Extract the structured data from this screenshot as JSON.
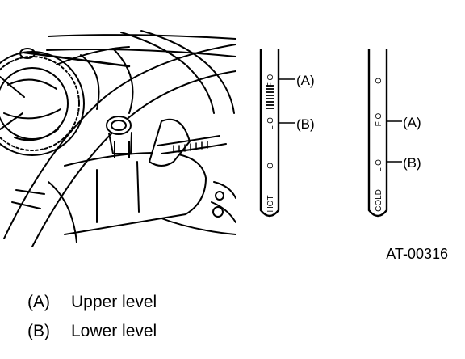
{
  "figure_id": "AT-00316",
  "hot_gauge": {
    "end_label": "HOT",
    "marks": [
      "O",
      "L O",
      "F O"
    ],
    "callouts": [
      "(A)",
      "(B)"
    ]
  },
  "cold_gauge": {
    "end_label": "COLD",
    "marks": [
      "L O",
      "F O",
      "O"
    ],
    "callouts": [
      "(A)",
      "(B)"
    ]
  },
  "legend": [
    {
      "key": "(A)",
      "text": "Upper level"
    },
    {
      "key": "(B)",
      "text": "Lower level"
    }
  ]
}
